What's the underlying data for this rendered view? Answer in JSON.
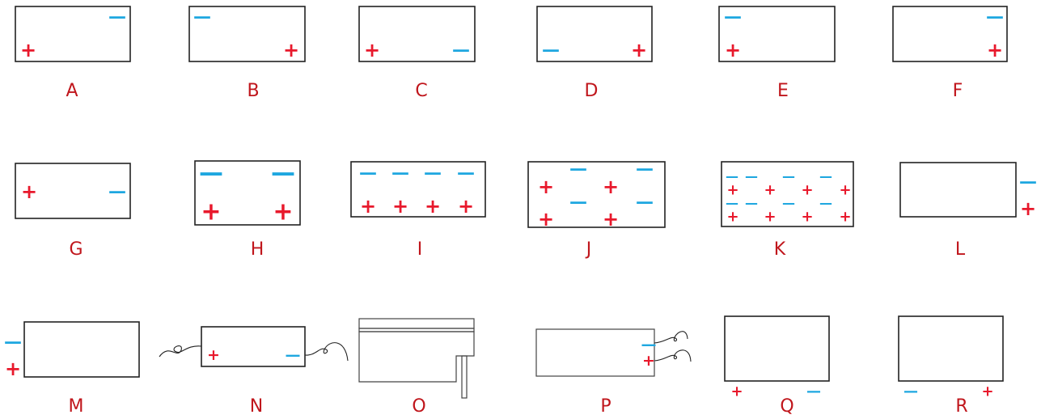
{
  "symbols": {
    "plus": "+",
    "minus": "—"
  },
  "colors": {
    "plus": "#e8192c",
    "minus": "#1ea7e0",
    "label": "#c0161c",
    "outline": "#222222"
  },
  "panels": [
    {
      "id": "A",
      "label": "A"
    },
    {
      "id": "B",
      "label": "B"
    },
    {
      "id": "C",
      "label": "C"
    },
    {
      "id": "D",
      "label": "D"
    },
    {
      "id": "E",
      "label": "E"
    },
    {
      "id": "F",
      "label": "F"
    },
    {
      "id": "G",
      "label": "G"
    },
    {
      "id": "H",
      "label": "H"
    },
    {
      "id": "I",
      "label": "I"
    },
    {
      "id": "J",
      "label": "J"
    },
    {
      "id": "K",
      "label": "K"
    },
    {
      "id": "L",
      "label": "L"
    },
    {
      "id": "M",
      "label": "M"
    },
    {
      "id": "N",
      "label": "N"
    },
    {
      "id": "O",
      "label": "O"
    },
    {
      "id": "P",
      "label": "P"
    },
    {
      "id": "Q",
      "label": "Q"
    },
    {
      "id": "R",
      "label": "R"
    }
  ]
}
